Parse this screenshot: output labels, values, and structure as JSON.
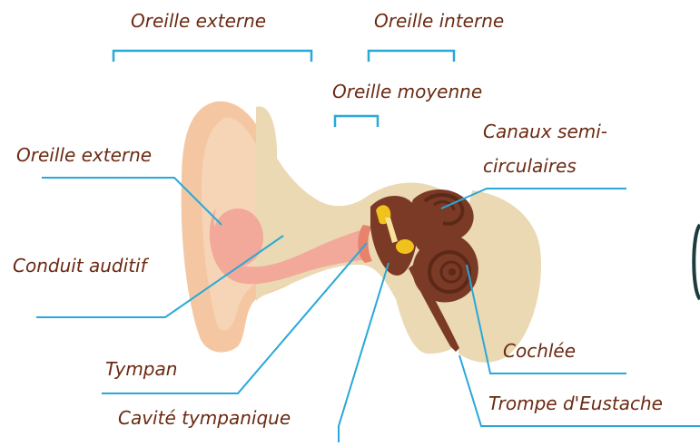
{
  "colors": {
    "leader_line": "#29a8d9",
    "label_text": "#6b2a12",
    "outer_ear": "#f4c7a2",
    "ear_canal": "#f2a999",
    "bone_beige": "#ead9b2",
    "cochlea_brown": "#7b3a26",
    "ossicle_yellow": "#f1c21b",
    "dark_edge": "#1e3b3e"
  },
  "labels": {
    "outer_ear_top": "Oreille externe",
    "inner_ear_top": "Oreille interne",
    "middle_ear_top": "Oreille moyenne",
    "outer_ear_side": "Oreille externe",
    "semicircular_canals_line1": "Canaux semi-",
    "semicircular_canals_line2": "circulaires",
    "ear_canal": "Conduit auditif",
    "eardrum": "Tympan",
    "cochlea": "Cochlée",
    "tympanic_cavity": "Cavité tympanique",
    "eustachian_tube": "Trompe d'Eustache"
  }
}
